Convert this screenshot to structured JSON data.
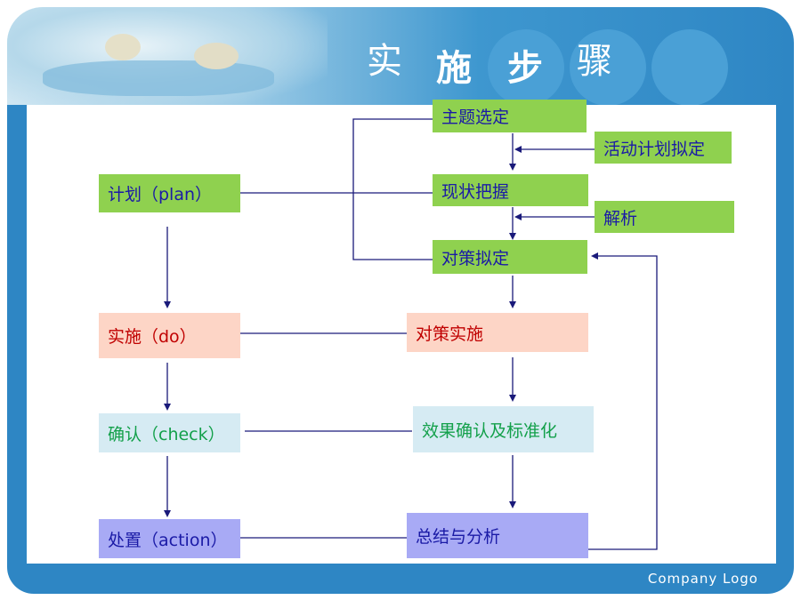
{
  "title": {
    "chars": [
      "实",
      "施",
      "步",
      "骤"
    ]
  },
  "footer": {
    "logo": "Company Logo"
  },
  "pdca": {
    "plan": "计划（plan）",
    "do": "实施（do）",
    "check": "确认（check）",
    "action": "处置（action）"
  },
  "steps": {
    "topic": "主题选定",
    "activity_plan": "活动计划拟定",
    "status": "现状把握",
    "analysis": "解析",
    "measure_plan": "对策拟定",
    "measure_do": "对策实施",
    "effect": "效果确认及标准化",
    "summary": "总结与分析"
  },
  "colors": {
    "header_blue": "#2e86c4",
    "green_box": "#8fd14f",
    "pink_box": "#fdd5c6",
    "light_blue_box": "#d6ebf3",
    "purple_box": "#a8aaf5",
    "line_navy": "#1a1a7a"
  }
}
